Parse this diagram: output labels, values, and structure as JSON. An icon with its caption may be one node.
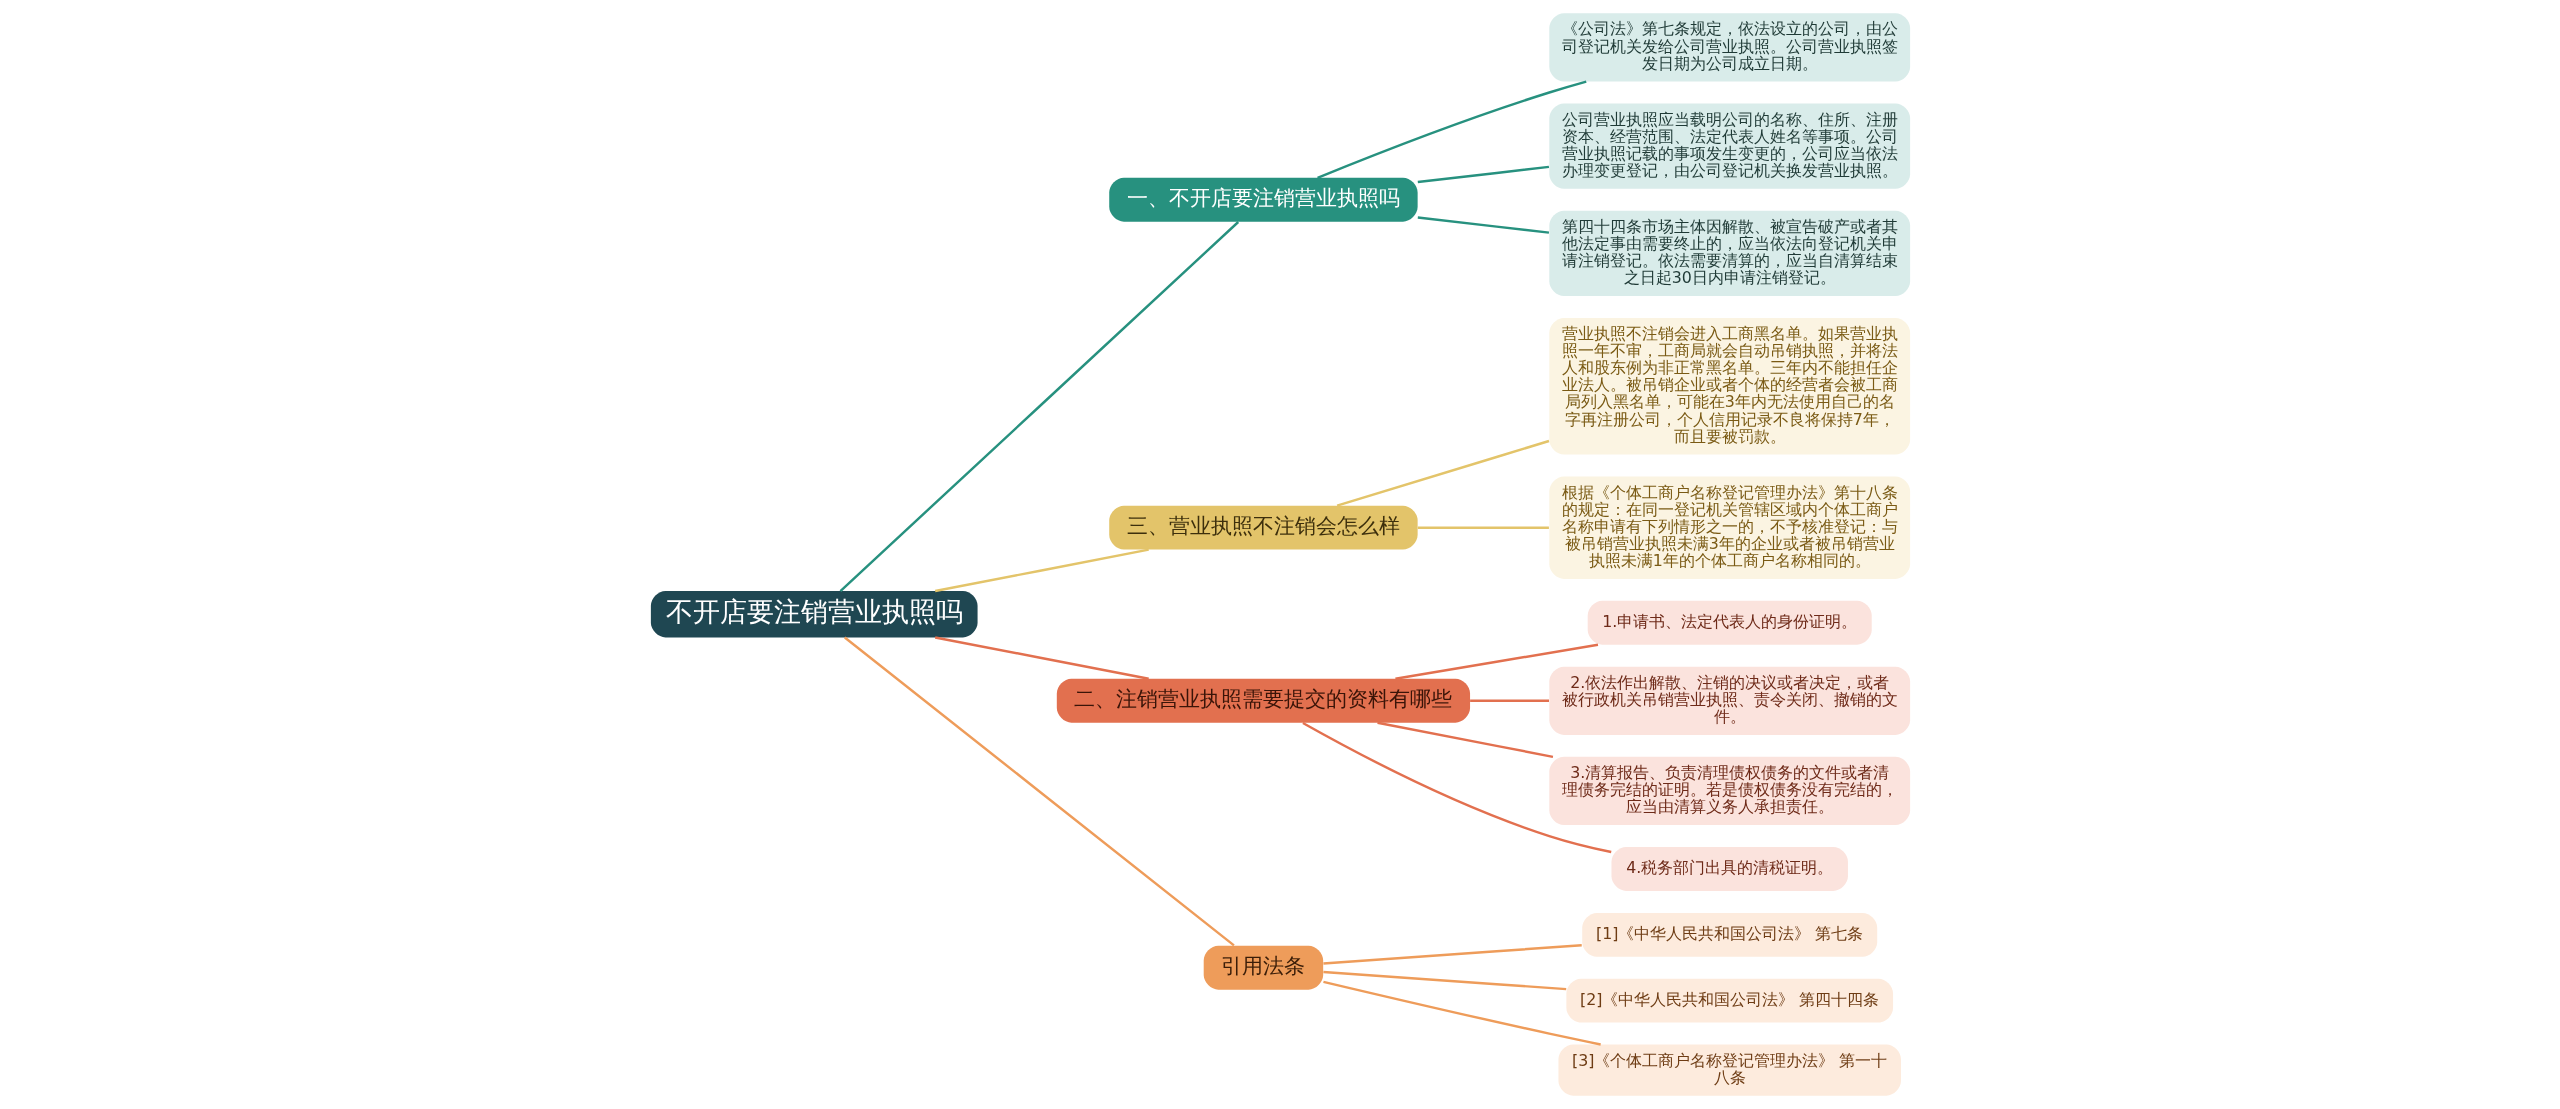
{
  "diagram": {
    "nodes": [
      {
        "text": [
          "不开店要注销营业执照吗"
        ]
      },
      {
        "text": [
          "一、不开店要注销营业执照吗"
        ]
      },
      {
        "text": [
          "《公司法》第七条规定，依法设立的公司，由公司登记机关发给公司营业执照。公司营业执照签发日期为公司成立日期。"
        ]
      },
      {
        "text": [
          "公司营业执照应当载明公司的名称、住所、注册资本、经营范围、法定代表人姓名等事项。公司营业执照记载的事项发生变更的，公司应当依法办理变更登记，由公司登记机关换发营业执照。"
        ]
      },
      {
        "text": [
          "第四十四条市场主体因解散、被宣告破产或者其他法定事由需要终止的，应当依法向登记机关申请注销登记。依法需要清算的，应当自清算结束之日起30日内申请注销登记。"
        ]
      },
      {
        "text": [
          "三、营业执照不注销会怎么样"
        ]
      },
      {
        "text": [
          "营业执照不注销会进入工商黑名单。如果营业执照一年不审，工商局就会自动吊销执照，并将法人和股东例为非正常黑名单。三年内不能担任企业法人。被吊销企业或者个体的经营者会被工商局列入黑名单，可能在3年内无法使用自己的名字再注册公司，个人信用记录不良将保持7年，而且要被罚款。"
        ]
      },
      {
        "text": [
          "根据《个体工商户名称登记管理办法》第十八条的规定：在同一登记机关管辖区域内个体工商户名称申请有下列情形之一的，不予核准登记：与被吊销营业执照未满3年的企业或者被吊销营业执照未满1年的个体工商户名称相同的。"
        ]
      },
      {
        "text": [
          "二、注销营业执照需要提交的资料有哪些"
        ]
      },
      {
        "text": [
          "1.申请书、法定代表人的身份证明。"
        ]
      },
      {
        "text": [
          "2.依法作出解散、注销的决议或者决定，或者被行政机关吊销营业执照、责令关闭、撤销的文件。"
        ]
      },
      {
        "text": [
          "3.清算报告、负责清理债权债务的文件或者清理债务完结的证明。若是债权债务没有完结的，应当由清算义务人承担责任。"
        ]
      },
      {
        "text": [
          "4.税务部门出具的清税证明。"
        ]
      },
      {
        "text": [
          "引用法条"
        ]
      },
      {
        "text": [
          "[1]《中华人民共和国公司法》 第七条"
        ]
      },
      {
        "text": [
          "[2]《中华人民共和国公司法》 第四十四条"
        ]
      },
      {
        "text": [
          "[3]《个体工商户名称登记管理办法》 第一十八条"
        ]
      }
    ],
    "edges": [
      {
        "from": 0,
        "to": 1,
        "arrow": "none",
        "color": "#27917f"
      },
      {
        "from": 1,
        "to": 2,
        "arrow": "none",
        "color": "#27917f"
      },
      {
        "from": 1,
        "to": 3,
        "arrow": "none",
        "color": "#27917f"
      },
      {
        "from": 1,
        "to": 4,
        "arrow": "none",
        "color": "#27917f"
      },
      {
        "from": 0,
        "to": 5,
        "arrow": "none",
        "color": "#e3c46a"
      },
      {
        "from": 5,
        "to": 6,
        "arrow": "none",
        "color": "#e3c46a"
      },
      {
        "from": 5,
        "to": 7,
        "arrow": "none",
        "color": "#e3c46a"
      },
      {
        "from": 0,
        "to": 8,
        "arrow": "none",
        "color": "#e2704f"
      },
      {
        "from": 8,
        "to": 9,
        "arrow": "none",
        "color": "#e2704f"
      },
      {
        "from": 8,
        "to": 10,
        "arrow": "none",
        "color": "#e2704f"
      },
      {
        "from": 8,
        "to": 11,
        "arrow": "none",
        "color": "#e2704f"
      },
      {
        "from": 8,
        "to": 12,
        "arrow": "none",
        "color": "#e2704f"
      },
      {
        "from": 0,
        "to": 13,
        "arrow": "none",
        "color": "#ee9c5a"
      },
      {
        "from": 13,
        "to": 14,
        "arrow": "none",
        "color": "#ee9c5a"
      },
      {
        "from": 13,
        "to": 15,
        "arrow": "none",
        "color": "#ee9c5a"
      },
      {
        "from": 13,
        "to": 16,
        "arrow": "none",
        "color": "#ee9c5a"
      }
    ]
  }
}
